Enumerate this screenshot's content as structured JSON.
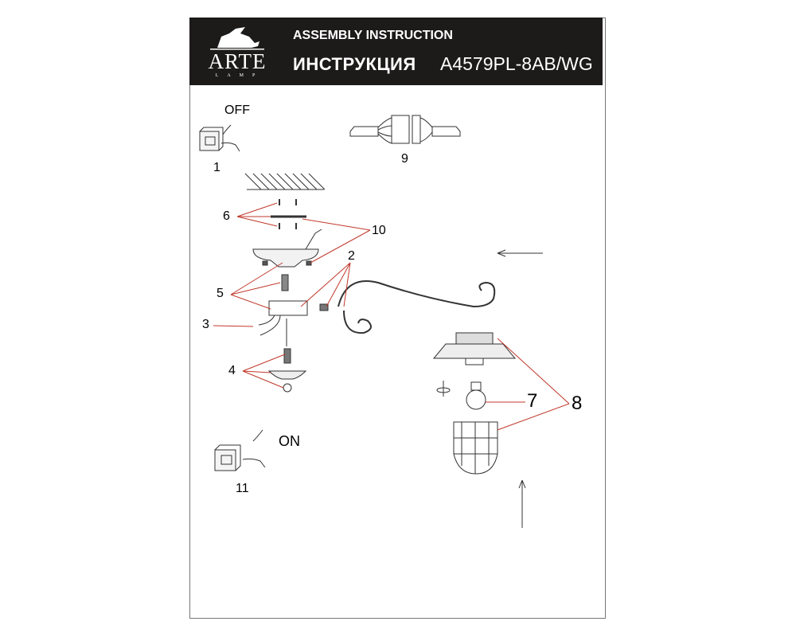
{
  "header": {
    "logo_text": "ARTE",
    "logo_sub": "LAMP",
    "title_en": "ASSEMBLY INSTRUCTION",
    "title_ru": "ИНСТРУКЦИЯ",
    "model": "A4579PL-8AB/WG"
  },
  "steps": {
    "off": "OFF",
    "on": "ON",
    "s1": "1",
    "s2": "2",
    "s3": "3",
    "s4": "4",
    "s5": "5",
    "s6": "6",
    "s7": "7",
    "s8": "8",
    "s9": "9",
    "s10": "10",
    "s11": "11"
  },
  "colors": {
    "callout": "#c0392b",
    "header_bg": "#1d1a1a"
  }
}
